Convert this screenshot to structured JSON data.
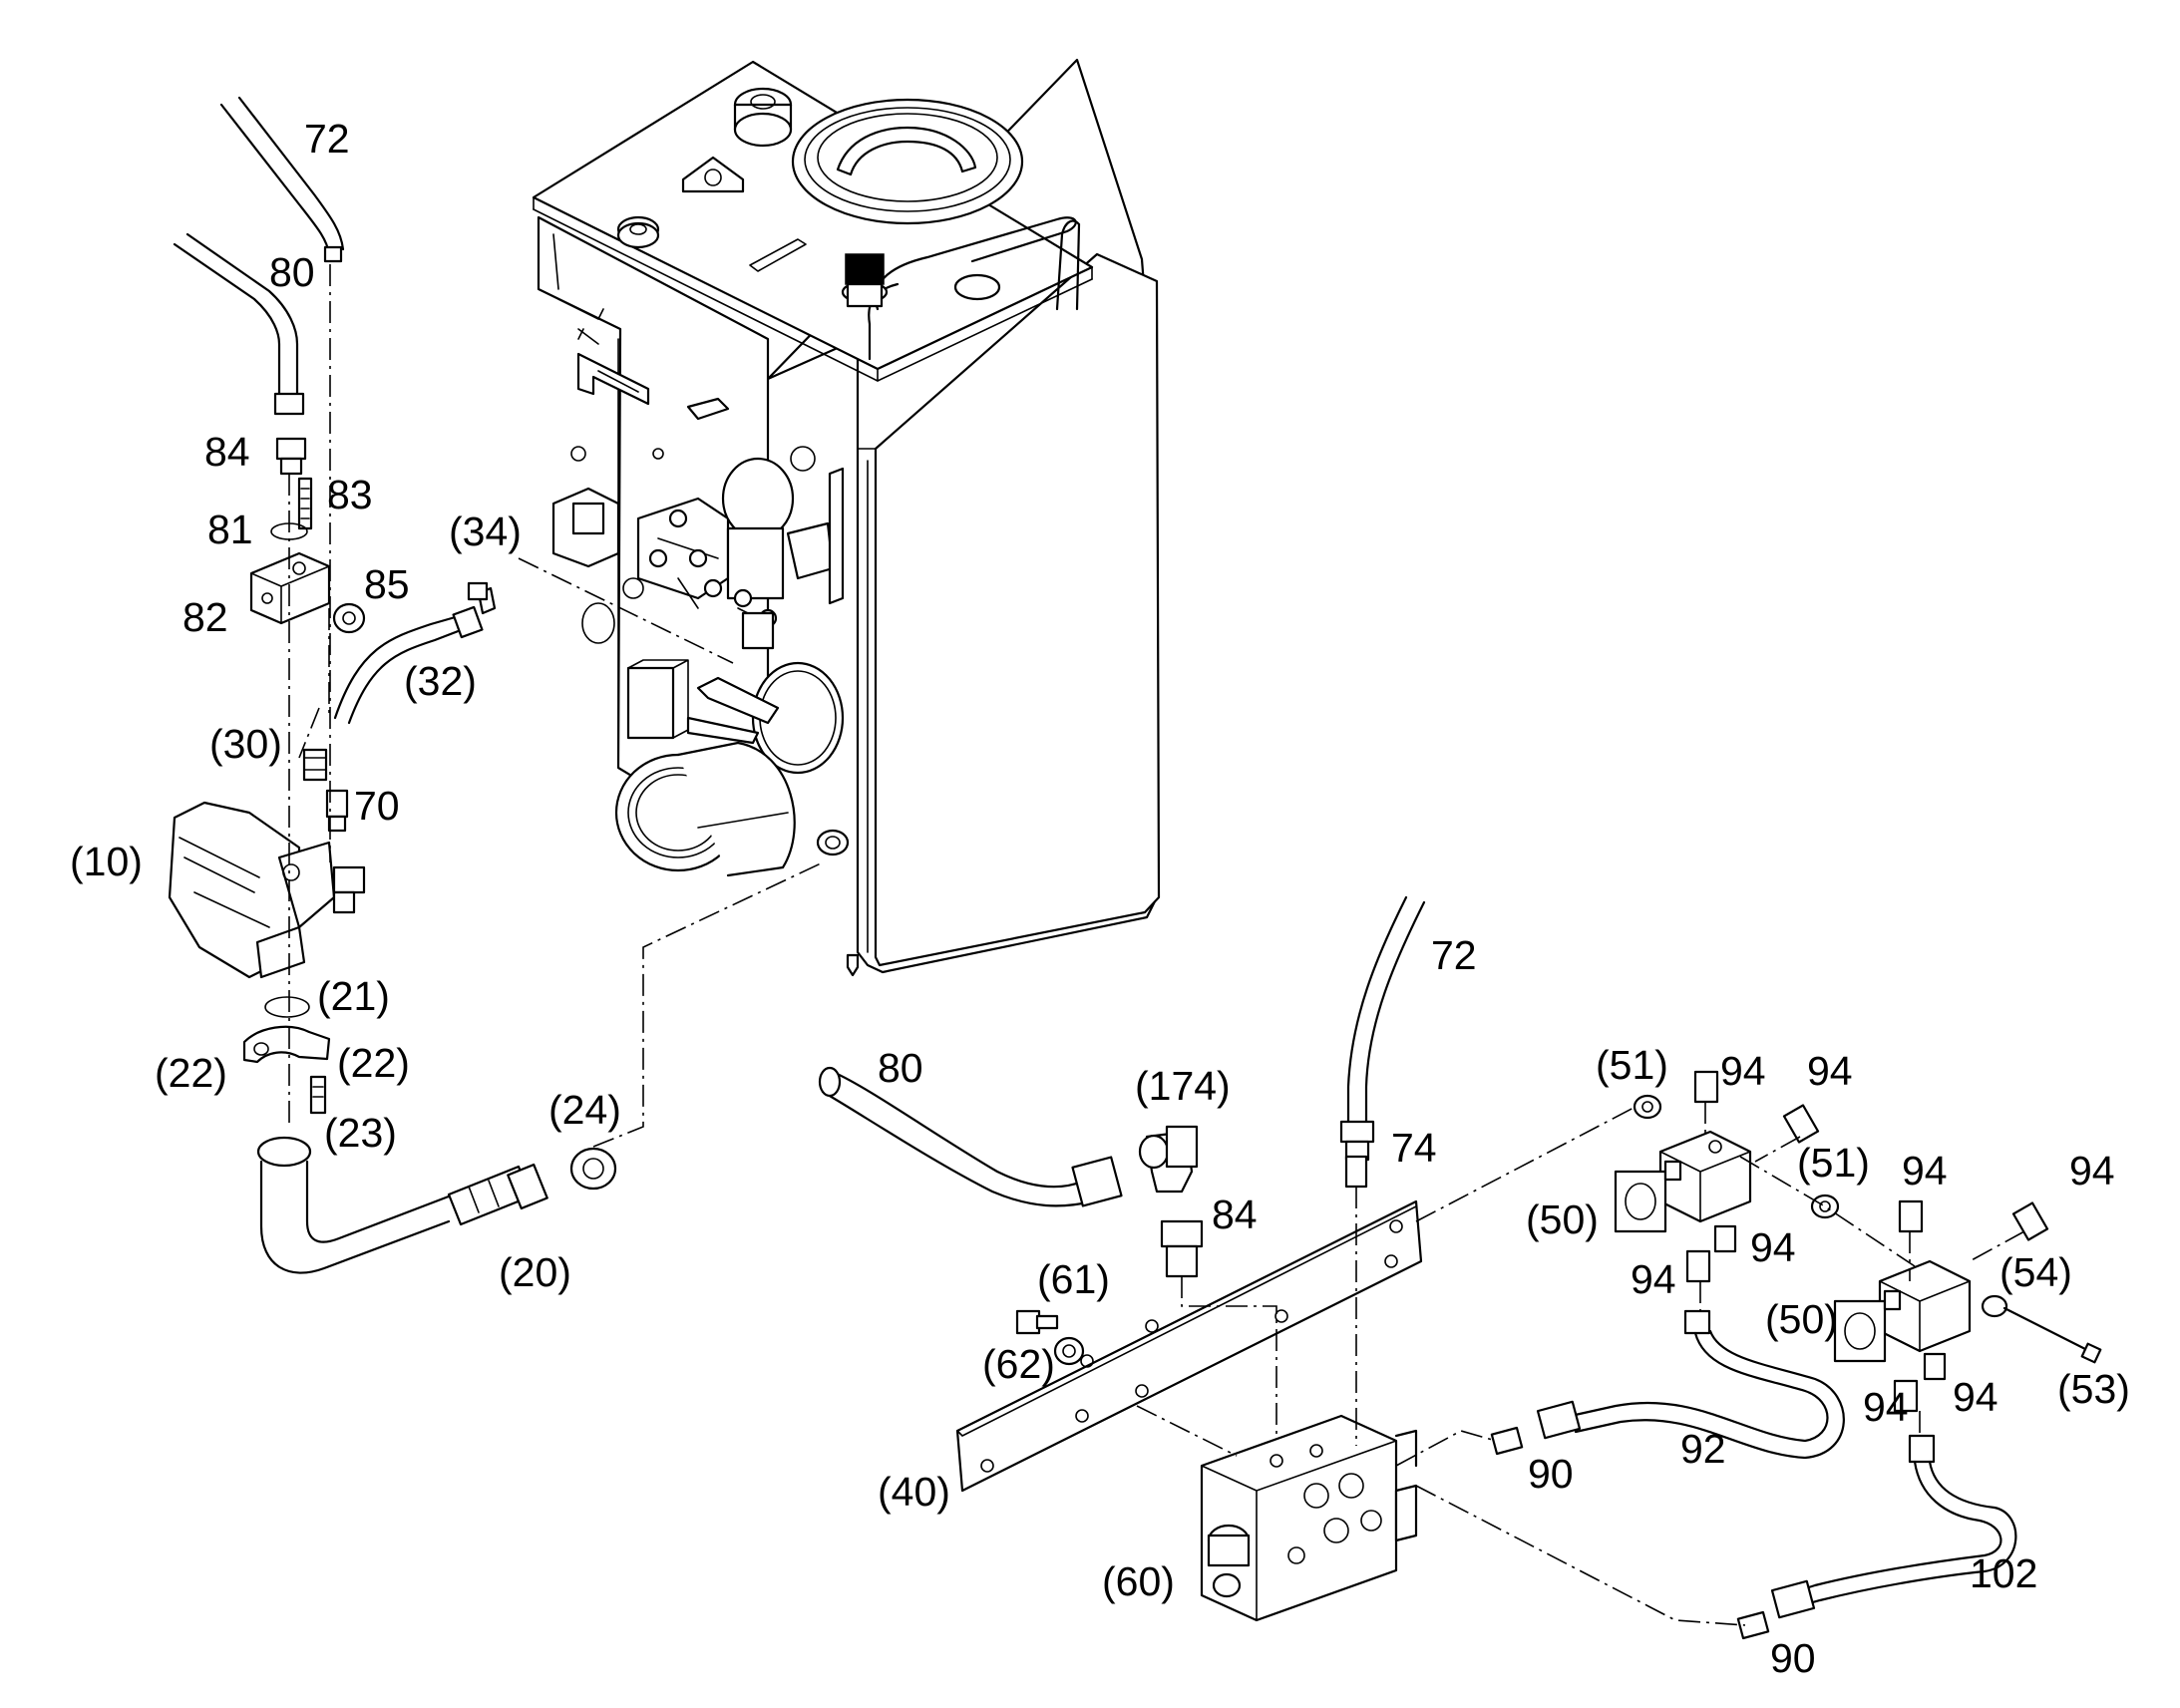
{
  "callouts": [
    {
      "id": "c72a",
      "text": "72"
    },
    {
      "id": "c80a",
      "text": "80"
    },
    {
      "id": "c84a",
      "text": "84"
    },
    {
      "id": "c83",
      "text": "83"
    },
    {
      "id": "c81",
      "text": "81"
    },
    {
      "id": "c82",
      "text": "82"
    },
    {
      "id": "c85",
      "text": "85"
    },
    {
      "id": "c34",
      "text": "(34)"
    },
    {
      "id": "c32",
      "text": "(32)"
    },
    {
      "id": "c30",
      "text": "(30)"
    },
    {
      "id": "c70",
      "text": "70"
    },
    {
      "id": "c10",
      "text": "(10)"
    },
    {
      "id": "c21",
      "text": "(21)"
    },
    {
      "id": "c22a",
      "text": "(22)"
    },
    {
      "id": "c22b",
      "text": "(22)"
    },
    {
      "id": "c23",
      "text": "(23)"
    },
    {
      "id": "c24",
      "text": "(24)"
    },
    {
      "id": "c20",
      "text": "(20)"
    },
    {
      "id": "c72b",
      "text": "72"
    },
    {
      "id": "c80b",
      "text": "80"
    },
    {
      "id": "c174",
      "text": "(174)"
    },
    {
      "id": "c74",
      "text": "74"
    },
    {
      "id": "c84b",
      "text": "84"
    },
    {
      "id": "c51a",
      "text": "(51)"
    },
    {
      "id": "c94a",
      "text": "94"
    },
    {
      "id": "c94b",
      "text": "94"
    },
    {
      "id": "c51b",
      "text": "(51)"
    },
    {
      "id": "c94c",
      "text": "94"
    },
    {
      "id": "c94d",
      "text": "94"
    },
    {
      "id": "c50a",
      "text": "(50)"
    },
    {
      "id": "c94e",
      "text": "94"
    },
    {
      "id": "c94f",
      "text": "94"
    },
    {
      "id": "c54",
      "text": "(54)"
    },
    {
      "id": "c50b",
      "text": "(50)"
    },
    {
      "id": "c61",
      "text": "(61)"
    },
    {
      "id": "c62",
      "text": "(62)"
    },
    {
      "id": "c94g",
      "text": "94"
    },
    {
      "id": "c94h",
      "text": "94"
    },
    {
      "id": "c53",
      "text": "(53)"
    },
    {
      "id": "c90a",
      "text": "90"
    },
    {
      "id": "c92",
      "text": "92"
    },
    {
      "id": "c40",
      "text": "(40)"
    },
    {
      "id": "c60",
      "text": "(60)"
    },
    {
      "id": "c102",
      "text": "102"
    },
    {
      "id": "c90b",
      "text": "90"
    }
  ]
}
